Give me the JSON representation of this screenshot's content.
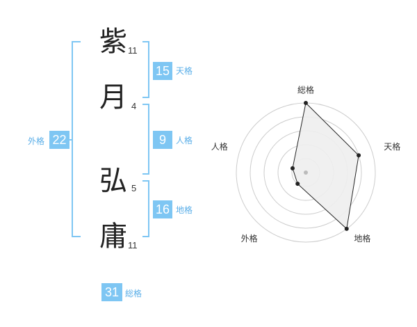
{
  "name": {
    "characters": [
      {
        "char": "紫",
        "strokes": "11"
      },
      {
        "char": "月",
        "strokes": "4"
      },
      {
        "char": "弘",
        "strokes": "5"
      },
      {
        "char": "庸",
        "strokes": "11"
      }
    ]
  },
  "kaku": {
    "tenkaku": {
      "value": "15",
      "label": "天格"
    },
    "jinkaku": {
      "value": "9",
      "label": "人格"
    },
    "chikaku": {
      "value": "16",
      "label": "地格"
    },
    "gaikaku": {
      "value": "22",
      "label": "外格"
    },
    "soukaku": {
      "value": "31",
      "label": "総格"
    }
  },
  "chart_data": {
    "type": "radar",
    "axes": [
      "総格",
      "天格",
      "地格",
      "外格",
      "人格"
    ],
    "values": [
      5,
      4,
      5,
      1,
      1
    ],
    "max": 5,
    "rings": 5,
    "colors": {
      "fill": "#eeeeee",
      "stroke": "#222222",
      "grid": "#cccccc",
      "center": "#bbbbbb"
    }
  },
  "colors": {
    "accent": "#7ec6f3",
    "label_accent": "#5aaee8"
  }
}
